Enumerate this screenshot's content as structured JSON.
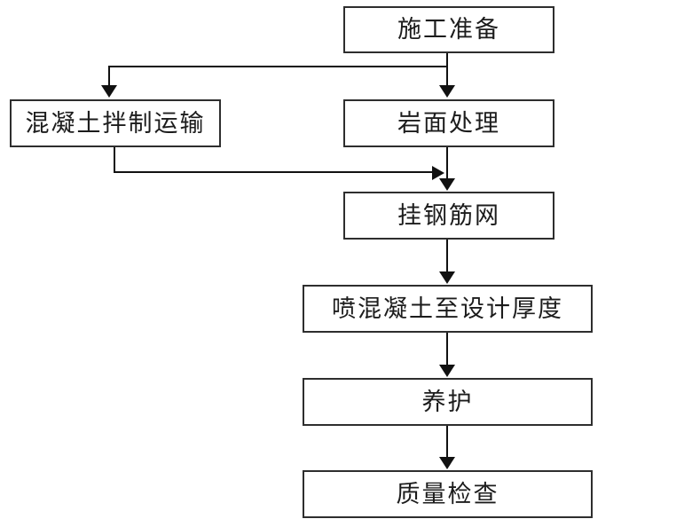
{
  "diagram": {
    "type": "flowchart",
    "orientation": "top-to-bottom",
    "nodes": [
      {
        "id": "prep",
        "label": "施工准备"
      },
      {
        "id": "mix",
        "label": "混凝土拌制运输"
      },
      {
        "id": "rock",
        "label": "岩面处理"
      },
      {
        "id": "mesh",
        "label": "挂钢筋网"
      },
      {
        "id": "spray",
        "label": "喷混凝土至设计厚度"
      },
      {
        "id": "cure",
        "label": "养护"
      },
      {
        "id": "quality",
        "label": "质量检查"
      }
    ],
    "edges": [
      {
        "from": "prep",
        "to": "mix",
        "style": "elbow-left",
        "arrow": "down"
      },
      {
        "from": "prep",
        "to": "rock",
        "style": "straight",
        "arrow": "down"
      },
      {
        "from": "mix",
        "to": "rock",
        "style": "elbow-right",
        "arrow": "right"
      },
      {
        "from": "rock",
        "to": "mesh",
        "style": "straight",
        "arrow": "down"
      },
      {
        "from": "mesh",
        "to": "spray",
        "style": "straight",
        "arrow": "down"
      },
      {
        "from": "spray",
        "to": "cure",
        "style": "straight",
        "arrow": "down"
      },
      {
        "from": "cure",
        "to": "quality",
        "style": "straight",
        "arrow": "down"
      }
    ],
    "caption": "",
    "colors": {
      "node_border": "#2e2e2e",
      "node_fill": "#ffffff",
      "connector": "#111111",
      "text": "#1c1c1c",
      "background": "#ffffff"
    }
  }
}
